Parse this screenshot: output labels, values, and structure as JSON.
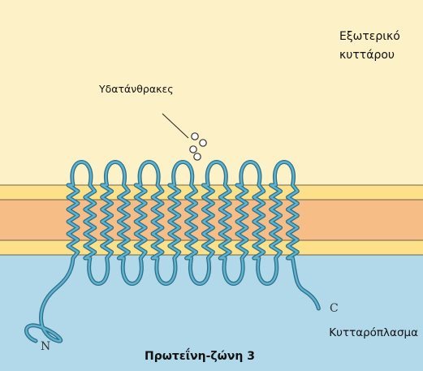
{
  "labels": {
    "outside_line1": "Εξωτερικό",
    "outside_line2": "κυττάρου",
    "carbohydrates": "Υδατάνθρακες",
    "cytoplasm": "Κυτταρόπλασμα",
    "protein": "Πρωτεΐνη-ζώνη 3",
    "n_terminus": "N",
    "c_terminus": "C"
  },
  "colors": {
    "extracellular": "#fdf1c7",
    "cytoplasm": "#b2d9ea",
    "membrane_core": "#f6bd86",
    "membrane_edge": "#fde08a",
    "protein_outline": "#2d6f8c",
    "protein_fill": "#5fb4cc"
  },
  "protein": {
    "transmembrane_segments": 14,
    "extracellular_loops": 7,
    "intracellular_loops": 6,
    "carbohydrate_circles": 4
  }
}
